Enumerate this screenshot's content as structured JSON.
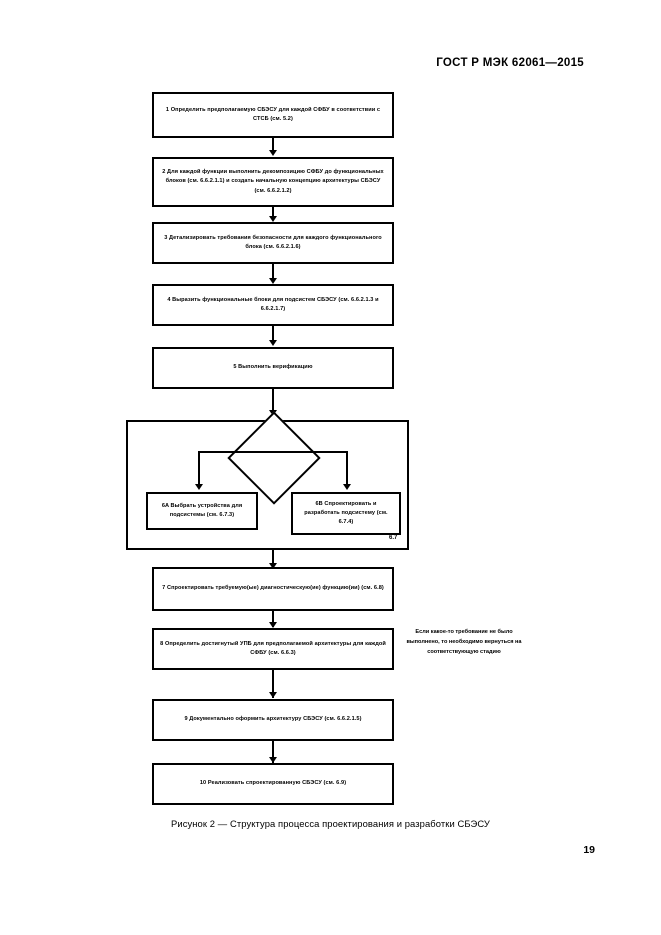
{
  "document": {
    "header": "ГОСТ Р МЭК 62061—2015",
    "page_number": "19",
    "caption": "Рисунок 2 — Структура процесса проектирования и разработки СБЭСУ"
  },
  "figure": {
    "group_label": "6.7",
    "side_note": "Если какое-то требование не было выполнено, то необходимо вернуться на соответствующую стадию",
    "nodes": [
      {
        "id": "step-1",
        "text": "1 Определить предполагаемую СБЭСУ для каждой СФБУ в соответствии с СТСБ (см. 5.2)"
      },
      {
        "id": "step-2",
        "text": "2 Для каждой функции выполнить декомпозицию СФБУ до функциональных блоков (см. 6.6.2.1.1) и создать начальную концепцию архитектуры СБЭСУ (см. 6.6.2.1.2)"
      },
      {
        "id": "step-3",
        "text": "3 Детализировать требования безопасности для каждого функционального блока (см. 6.6.2.1.6)"
      },
      {
        "id": "step-4",
        "text": "4 Выразить функциональные блоки для подсистем СБЭСУ (см. 6.6.2.1.3 и 6.6.2.1.7)"
      },
      {
        "id": "step-5",
        "text": "5 Выполнить верификацию"
      },
      {
        "id": "step-6a",
        "text": "6A Выбрать устройства для подсистемы (см. 6.7.3)"
      },
      {
        "id": "step-6b",
        "text": "6B Спроектировать и разработать подсистему (см. 6.7.4)"
      },
      {
        "id": "step-7",
        "text": "7 Спроектировать требуемую(ые) диагностическую(ие) функцию(ии) (см. 6.8)"
      },
      {
        "id": "step-8",
        "text": "8 Определить достигнутый УПБ для предполагаемой архитектуры для каждой СФБУ (см. 6.6.3)"
      },
      {
        "id": "step-9",
        "text": "9 Документально оформить архитектуру СБЭСУ (см. 6.6.2.1.5)"
      },
      {
        "id": "step-10",
        "text": "10 Реализовать спроектированную СБЭСУ (см. 6.9)"
      }
    ]
  }
}
